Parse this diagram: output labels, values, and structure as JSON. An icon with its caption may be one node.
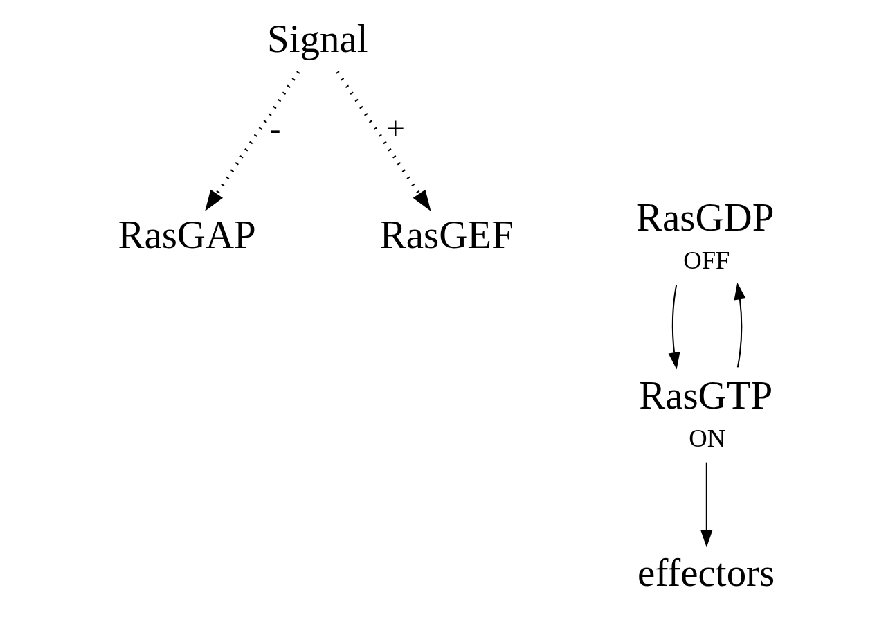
{
  "diagram": {
    "nodes": [
      {
        "text": [
          "Signal"
        ]
      },
      {
        "text": [
          "RasGDP"
        ],
        "beside": [
          "OFF"
        ]
      },
      {
        "text": [
          "RasGAP"
        ]
      },
      {
        "text": [
          "RasGEF"
        ]
      },
      {
        "text": [
          "RasGTP"
        ],
        "beside": [
          "ON"
        ]
      },
      {
        "text": [
          "effectors"
        ]
      }
    ],
    "edges": [
      {
        "from": 0,
        "to": 2,
        "arrow": "to",
        "label": "-",
        "style": "dashed"
      },
      {
        "from": 0,
        "to": 3,
        "arrow": "to",
        "label": "+",
        "style": "dashed"
      },
      {
        "from": 4,
        "to": 1,
        "arrow": "to"
      },
      {
        "from": 1,
        "to": 4,
        "arrow": "to"
      },
      {
        "from": 4,
        "to": 5,
        "arrow": "to"
      }
    ]
  }
}
